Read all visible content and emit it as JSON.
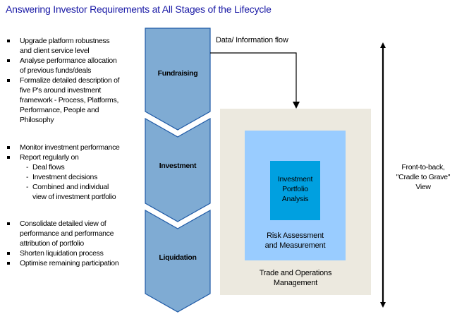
{
  "title": "Answering Investor Requirements at All Stages of the Lifecycle",
  "colors": {
    "title": "#1a1aa6",
    "chevron_fill": "#7fabd3",
    "chevron_stroke": "#1f5aa6",
    "trade_box": "#ece9df",
    "risk_box": "#99ccff",
    "analysis_box": "#00a0e0"
  },
  "stages": [
    {
      "label": "Fundraising",
      "items": [
        {
          "type": "bullet",
          "text": "Upgrade platform robustness"
        },
        {
          "type": "cont",
          "text": "and client service level"
        },
        {
          "type": "bullet",
          "text": "Analyse performance allocation"
        },
        {
          "type": "cont",
          "text": "of previous funds/deals"
        },
        {
          "type": "bullet",
          "text": "Formalize detailed description of"
        },
        {
          "type": "cont",
          "text": "five P's around investment"
        },
        {
          "type": "cont",
          "text": "framework - Process, Platforms,"
        },
        {
          "type": "cont",
          "text": "Performance, People and"
        },
        {
          "type": "cont",
          "text": "Philosophy"
        }
      ]
    },
    {
      "label": "Investment",
      "items": [
        {
          "type": "bullet",
          "text": "Monitor investment performance"
        },
        {
          "type": "bullet",
          "text": "Report regularly on"
        },
        {
          "type": "sub",
          "text": "Deal flows"
        },
        {
          "type": "sub",
          "text": "Investment decisions"
        },
        {
          "type": "sub",
          "text": "Combined and individual"
        },
        {
          "type": "subcont",
          "text": "view of investment portfolio"
        }
      ]
    },
    {
      "label": "Liquidation",
      "items": [
        {
          "type": "bullet",
          "text": "Consolidate detailed view of"
        },
        {
          "type": "cont",
          "text": "performance and performance"
        },
        {
          "type": "cont",
          "text": "attribution of portfolio"
        },
        {
          "type": "bullet",
          "text": "Shorten liquidation process"
        },
        {
          "type": "bullet",
          "text": "Optimise remaining participation"
        }
      ]
    }
  ],
  "flow_label": "Data/ Information flow",
  "boxes": {
    "analysis": [
      "Investment",
      "Portfolio",
      "Analysis"
    ],
    "risk": [
      "Risk Assessment",
      "and Measurement"
    ],
    "trade": [
      "Trade and Operations",
      "Management"
    ]
  },
  "side_label": [
    "Front-to-back,",
    "\"Cradle to Grave\"",
    "View"
  ]
}
